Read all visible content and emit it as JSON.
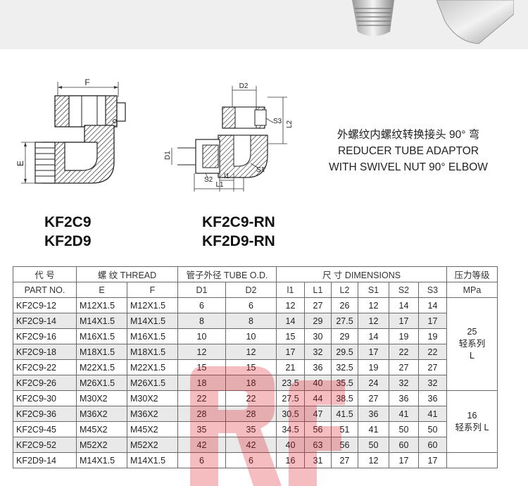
{
  "left_fitting": {
    "label_F": "F",
    "label_E": "E",
    "codes": [
      "KF2C9",
      "KF2D9"
    ]
  },
  "right_fitting": {
    "labels": {
      "D2": "D2",
      "S3": "S3",
      "L2": "L2",
      "D1": "D1",
      "S1": "S1",
      "S2": "S2",
      "l1": "l1",
      "L1": "L1"
    },
    "codes": [
      "KF2C9-RN",
      "KF2D9-RN"
    ]
  },
  "description": {
    "line1": "外螺纹内螺纹转换接头 90° 弯",
    "line2": "REDUCER TUBE ADAPTOR",
    "line3": "WITH SWIVEL NUT 90° ELBOW"
  },
  "table": {
    "header1": {
      "code": "代  号",
      "thread": "螺  纹   THREAD",
      "tube_od": "管子外径 TUBE O.D.",
      "dimensions": "尺  寸     DIMENSIONS",
      "pressure": "压力等级"
    },
    "header2": {
      "part_no": "PART  NO.",
      "cols": [
        "E",
        "F",
        "D1",
        "D2",
        "l1",
        "L1",
        "L2",
        "S1",
        "S2",
        "S3"
      ],
      "pressure_unit": "MPa"
    },
    "rows": [
      [
        "KF2C9-12",
        "M12X1.5",
        "M12X1.5",
        "6",
        "6",
        "12",
        "27",
        "26",
        "12",
        "14",
        "14"
      ],
      [
        "KF2C9-14",
        "M14X1.5",
        "M14X1.5",
        "8",
        "8",
        "14",
        "29",
        "27.5",
        "12",
        "17",
        "17"
      ],
      [
        "KF2C9-16",
        "M16X1.5",
        "M16X1.5",
        "10",
        "10",
        "15",
        "30",
        "29",
        "14",
        "19",
        "19"
      ],
      [
        "KF2C9-18",
        "M18X1.5",
        "M18X1.5",
        "12",
        "12",
        "17",
        "32",
        "29.5",
        "17",
        "22",
        "22"
      ],
      [
        "KF2C9-22",
        "M22X1.5",
        "M22X1.5",
        "15",
        "15",
        "21",
        "36",
        "32.5",
        "19",
        "27",
        "27"
      ],
      [
        "KF2C9-26",
        "M26X1.5",
        "M26X1.5",
        "18",
        "18",
        "23.5",
        "40",
        "35.5",
        "24",
        "32",
        "32"
      ],
      [
        "KF2C9-30",
        "M30X2",
        "M30X2",
        "22",
        "22",
        "27.5",
        "44",
        "38.5",
        "27",
        "36",
        "36"
      ],
      [
        "KF2C9-36",
        "M36X2",
        "M36X2",
        "28",
        "28",
        "30.5",
        "47",
        "41.5",
        "36",
        "41",
        "41"
      ],
      [
        "KF2C9-45",
        "M45X2",
        "M45X2",
        "35",
        "35",
        "34.5",
        "56",
        "51",
        "41",
        "50",
        "50"
      ],
      [
        "KF2C9-52",
        "M52X2",
        "M52X2",
        "42",
        "42",
        "40",
        "63",
        "56",
        "50",
        "60",
        "60"
      ],
      [
        "KF2D9-14",
        "M14X1.5",
        "M14X1.5",
        "6",
        "6",
        "16",
        "31",
        "27",
        "12",
        "17",
        "17"
      ]
    ],
    "pressure_groups": [
      {
        "value": "25",
        "series": "轻系列",
        "code": "L"
      },
      {
        "value": "16",
        "series": "轻系列 L"
      }
    ]
  }
}
